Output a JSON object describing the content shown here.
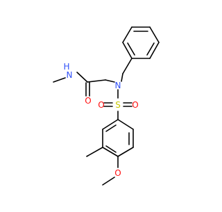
{
  "molecule": {
    "atom_labels": {
      "nh": "H",
      "n_amide": "N",
      "o_carbonyl": "O",
      "n_tertiary": "N",
      "o_sulfonyl_left": "O",
      "s": "S",
      "o_sulfonyl_right": "O",
      "o_methoxy": "O"
    },
    "colors": {
      "bond": "#000000",
      "nitrogen": "#3050f8",
      "oxygen": "#ff0d0d",
      "sulfur": "#c8c800",
      "background": "#ffffff"
    }
  }
}
